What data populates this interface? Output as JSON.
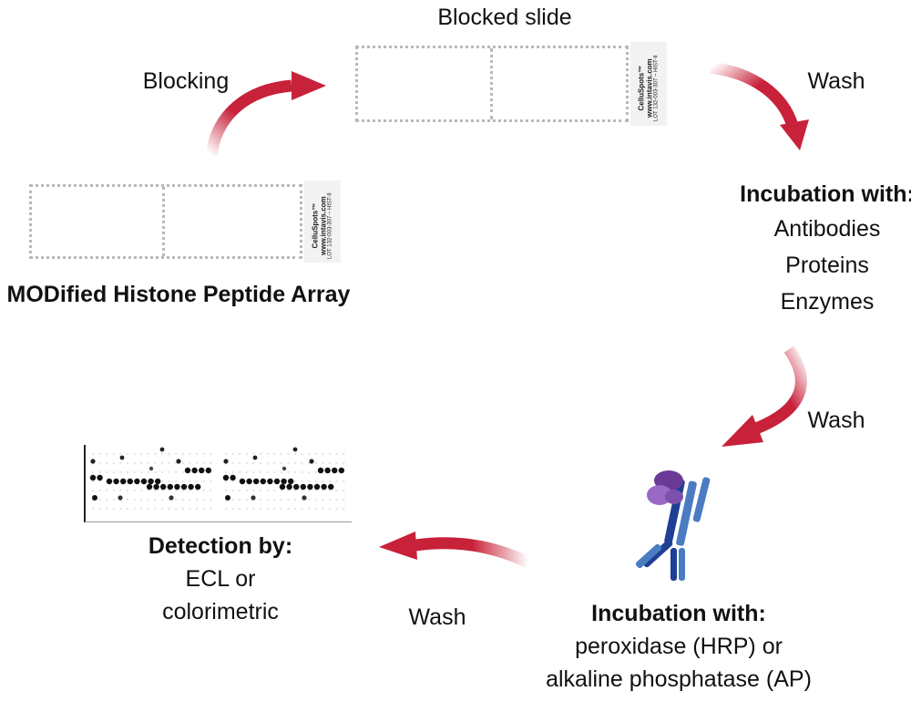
{
  "steps": {
    "start": {
      "title": "MODified Histone Peptide Array"
    },
    "blocked": {
      "title": "Blocked slide"
    },
    "incubation1": {
      "heading": "Incubation with:",
      "lines": [
        "Antibodies",
        "Proteins",
        "Enzymes"
      ]
    },
    "incubation2": {
      "heading": "Incubation with:",
      "lines": [
        "peroxidase (HRP) or",
        "alkaline phosphatase (AP)"
      ]
    },
    "detection": {
      "heading": "Detection by:",
      "lines": [
        "ECL or",
        "colorimetric"
      ]
    }
  },
  "arrows": {
    "blocking": "Blocking",
    "wash1": "Wash",
    "wash2": "Wash",
    "wash3": "Wash"
  },
  "slide_label": {
    "brand": "CelluSpots™",
    "url": "www.intavis.com",
    "lot": "LOT 132-003-307 – HIST-II"
  },
  "colors": {
    "arrow": "#c8213a",
    "antibody_heavy": "#1f3f94",
    "antibody_light": "#4a7cc2",
    "enzyme": "#6b3a96"
  }
}
